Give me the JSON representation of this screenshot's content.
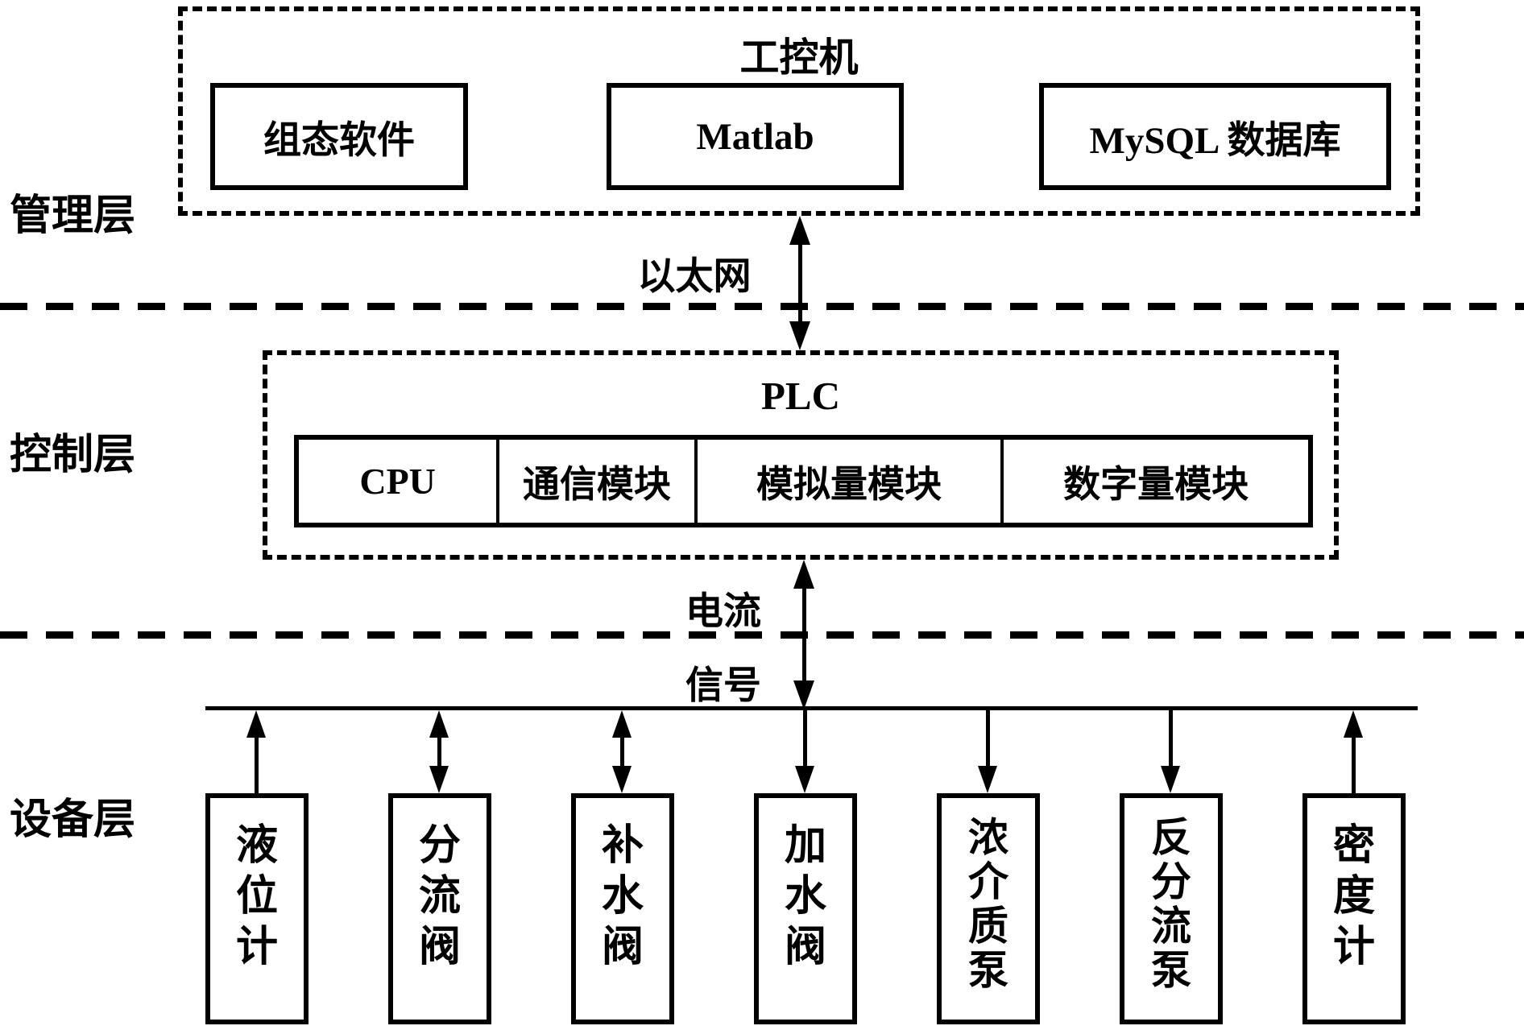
{
  "colors": {
    "ink": "#000000",
    "background": "#ffffff"
  },
  "layers": {
    "management": {
      "label": "管理层",
      "group_title": "工控机",
      "boxes": [
        {
          "label": "组态软件"
        },
        {
          "label": "Matlab"
        },
        {
          "label": "MySQL 数据库"
        }
      ]
    },
    "control": {
      "label": "控制层",
      "group_title": "PLC",
      "modules": [
        {
          "label": "CPU"
        },
        {
          "label": "通信模块"
        },
        {
          "label": "模拟量模块"
        },
        {
          "label": "数字量模块"
        }
      ]
    },
    "device": {
      "label": "设备层",
      "devices": [
        {
          "label": "液位计",
          "arrow": "up"
        },
        {
          "label": "分流阀",
          "arrow": "both"
        },
        {
          "label": "补水阀",
          "arrow": "both"
        },
        {
          "label": "加水阀",
          "arrow": "down"
        },
        {
          "label": "浓介质泵",
          "arrow": "down"
        },
        {
          "label": "反分流泵",
          "arrow": "down"
        },
        {
          "label": "密度计",
          "arrow": "up"
        }
      ]
    }
  },
  "connections": {
    "ethernet": {
      "label": "以太网",
      "direction": "bidirectional"
    },
    "current_signal": {
      "label_line1": "电流",
      "label_line2": "信号",
      "direction": "bidirectional"
    }
  }
}
